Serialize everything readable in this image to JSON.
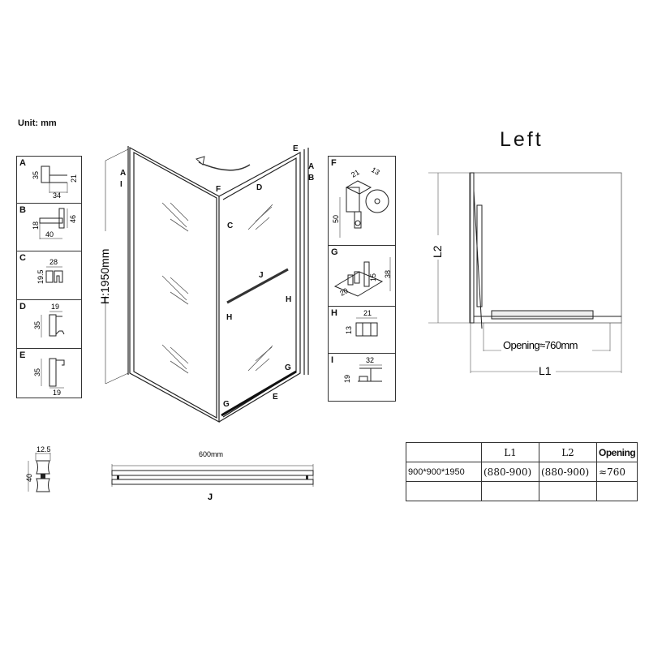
{
  "unit_label": "Unit: mm",
  "view_title": "Left",
  "profiles_left": [
    {
      "id": "A",
      "dims": [
        "35",
        "21",
        "34"
      ]
    },
    {
      "id": "B",
      "dims": [
        "18",
        "46",
        "40"
      ]
    },
    {
      "id": "C",
      "dims": [
        "28",
        "19.5"
      ]
    },
    {
      "id": "D",
      "dims": [
        "19",
        "35"
      ]
    },
    {
      "id": "E",
      "dims": [
        "35",
        "19"
      ]
    }
  ],
  "profiles_right": [
    {
      "id": "F",
      "dims": [
        "21",
        "13",
        "50"
      ]
    },
    {
      "id": "G",
      "dims": [
        "38",
        "15",
        "20"
      ]
    },
    {
      "id": "H",
      "dims": [
        "21",
        "13"
      ]
    },
    {
      "id": "I",
      "dims": [
        "32",
        "19"
      ]
    }
  ],
  "enclosure_3d": {
    "height_label": "H:1950mm",
    "part_labels": [
      "A",
      "I",
      "F",
      "D",
      "C",
      "J",
      "H",
      "H",
      "G",
      "G",
      "E",
      "E",
      "A",
      "B"
    ]
  },
  "plan_view": {
    "l1_label": "L1",
    "l2_label": "L2",
    "opening_label": "Opening≈760mm"
  },
  "knob": {
    "width": "12.5",
    "height": "40"
  },
  "handle": {
    "length": "600mm",
    "label": "J"
  },
  "spec_table": {
    "headers": [
      "",
      "L1",
      "L2",
      "Opening"
    ],
    "rows": [
      [
        "900*900*1950",
        "(880-900)",
        "(880-900)",
        "≈760"
      ],
      [
        "",
        "",
        "",
        ""
      ]
    ]
  }
}
